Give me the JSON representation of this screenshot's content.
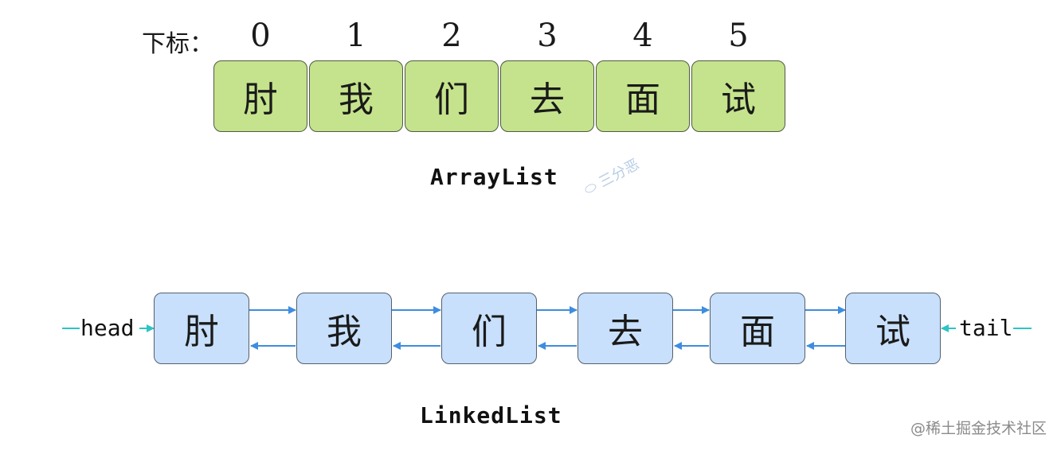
{
  "array_list": {
    "index_label": "下标：",
    "indices": [
      "0",
      "1",
      "2",
      "3",
      "4",
      "5"
    ],
    "cells": [
      "肘",
      "我",
      "们",
      "去",
      "面",
      "试"
    ],
    "title": "ArrayList",
    "cell_color": "#c5e38c"
  },
  "linked_list": {
    "head_label": "head",
    "tail_label": "tail",
    "nodes": [
      "肘",
      "我",
      "们",
      "去",
      "面",
      "试"
    ],
    "title": "LinkedList",
    "node_color": "#c8e0fb",
    "link_color": "#3d8de0",
    "pointer_color": "#2ec4c4"
  },
  "watermark": {
    "corner_text": "@稀土掘金技术社区",
    "center_text": "三分恶"
  }
}
